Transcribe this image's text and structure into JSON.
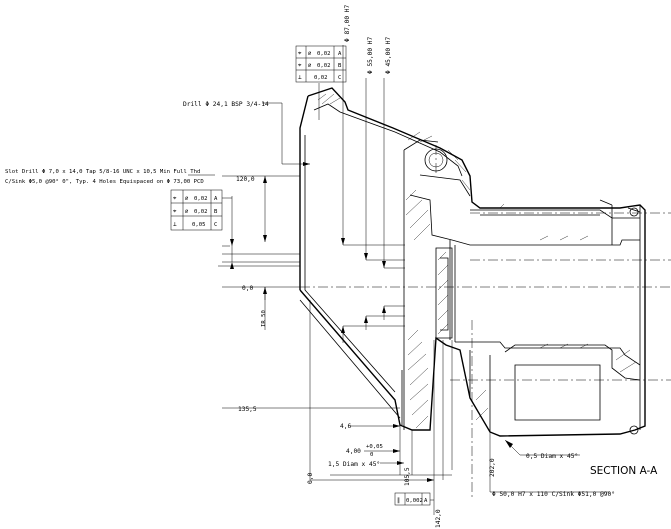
{
  "title": "SECTION A-A",
  "drill_note": "Drill Φ 24,1 BSP 3/4-14",
  "slot_note_line1": "Slot Drill Φ 7,0 x 14,0 Tap 5/8-16 UNC x 10,5 Min Full Thd",
  "slot_note_line2": "C/Sink Φ5,0 @90° 0\", Typ. 4 Holes Equispaced on Φ 73,00 PCD",
  "diameters": {
    "d87": "Φ 87,00 H7",
    "d55": "Φ 55,00 H7",
    "d45": "Φ 45,00 H7"
  },
  "dims": {
    "d120": "120,0",
    "d00_left": "0,0",
    "r50": "IR 50",
    "d1355": "135,5",
    "d46": "4,6",
    "d400": "4,00",
    "tol_upper": "+0,05",
    "tol_lower": "0",
    "chamfer_15": "1,5 Diam x 45°",
    "d00_bottom": "0,0",
    "d1055": "105,5",
    "d1420": "142,0",
    "d2020": "202,0",
    "chamfer_05": "0,5 Diam x 45°",
    "bore_note": "Φ 50,0 H7 x 110 C/Sink Φ51,0 @90°"
  },
  "fcf_top": [
    {
      "sym": "⌖",
      "cz": "⌀",
      "val": "0,02",
      "ref": "A"
    },
    {
      "sym": "⌖",
      "cz": "⌀",
      "val": "0,02",
      "ref": "B"
    },
    {
      "sym": "⊥",
      "cz": "",
      "val": "0,02",
      "ref": "C"
    }
  ],
  "fcf_left": [
    {
      "sym": "⌖",
      "cz": "⌀",
      "val": "0,02",
      "ref": "A"
    },
    {
      "sym": "⌖",
      "cz": "⌀",
      "val": "0,02",
      "ref": "B"
    },
    {
      "sym": "⊥",
      "cz": "",
      "val": "0,05",
      "ref": "C"
    }
  ],
  "fcf_bottom": {
    "sym": "∥",
    "val": "0,002",
    "ref": "A"
  }
}
